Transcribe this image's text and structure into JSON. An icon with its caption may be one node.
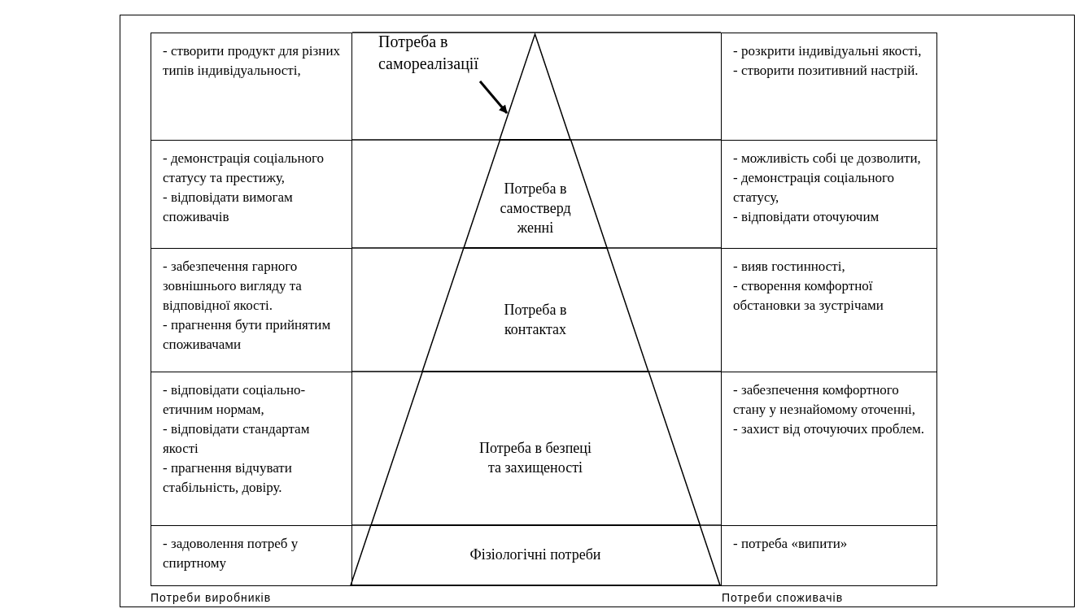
{
  "diagram": {
    "nodes": [
      {
        "text": [
          "- створити продукт для різних типів індивідуальності,"
        ]
      },
      {
        "text": [
          "Потреба в самореалізації"
        ]
      },
      {
        "text": [],
        "shape": "triangle"
      },
      {
        "text": [
          "- розкрити індивідуальні якості,",
          "- створити позитивний настрій."
        ]
      },
      {
        "text": [
          "- демонстрація соціального статусу та престижу,",
          "- відповідати вимогам споживачів"
        ]
      },
      {
        "text": [
          "Потреба в самостверд женні"
        ]
      },
      {
        "text": [
          "- можливість собі це дозволити,",
          "- демонстрація соціального статусу,",
          "- відповідати оточуючим"
        ]
      },
      {
        "text": [
          "- забезпечення гарного зовнішнього вигляду та відповідної якості.",
          "- прагнення бути прийнятим споживачами"
        ]
      },
      {
        "text": [
          "Потреба в контактах"
        ]
      },
      {
        "text": [
          "- вияв гостинності,",
          "- створення комфортної обстановки за зустрічами"
        ]
      },
      {
        "text": [
          "- відповідати соціально-етичним нормам,",
          "- відповідати стандартам якості",
          "- прагнення відчувати стабільність, довіру."
        ]
      },
      {
        "text": [
          "Потреба в безпеці та захищеності"
        ]
      },
      {
        "text": [
          "- забезпечення комфортного стану у незнайомому оточенні,",
          "- захист від оточуючих проблем."
        ]
      },
      {
        "text": [
          "- задоволення потреб у спиртному"
        ]
      },
      {
        "text": [
          "Фізіологічні потреби"
        ]
      },
      {
        "text": [
          "- потреба «випити»"
        ]
      }
    ],
    "edges": [
      {
        "from": 1,
        "to": 2,
        "arrow": "to"
      }
    ],
    "labels": [
      "Потреби виробників",
      "Потреби споживачів"
    ]
  }
}
